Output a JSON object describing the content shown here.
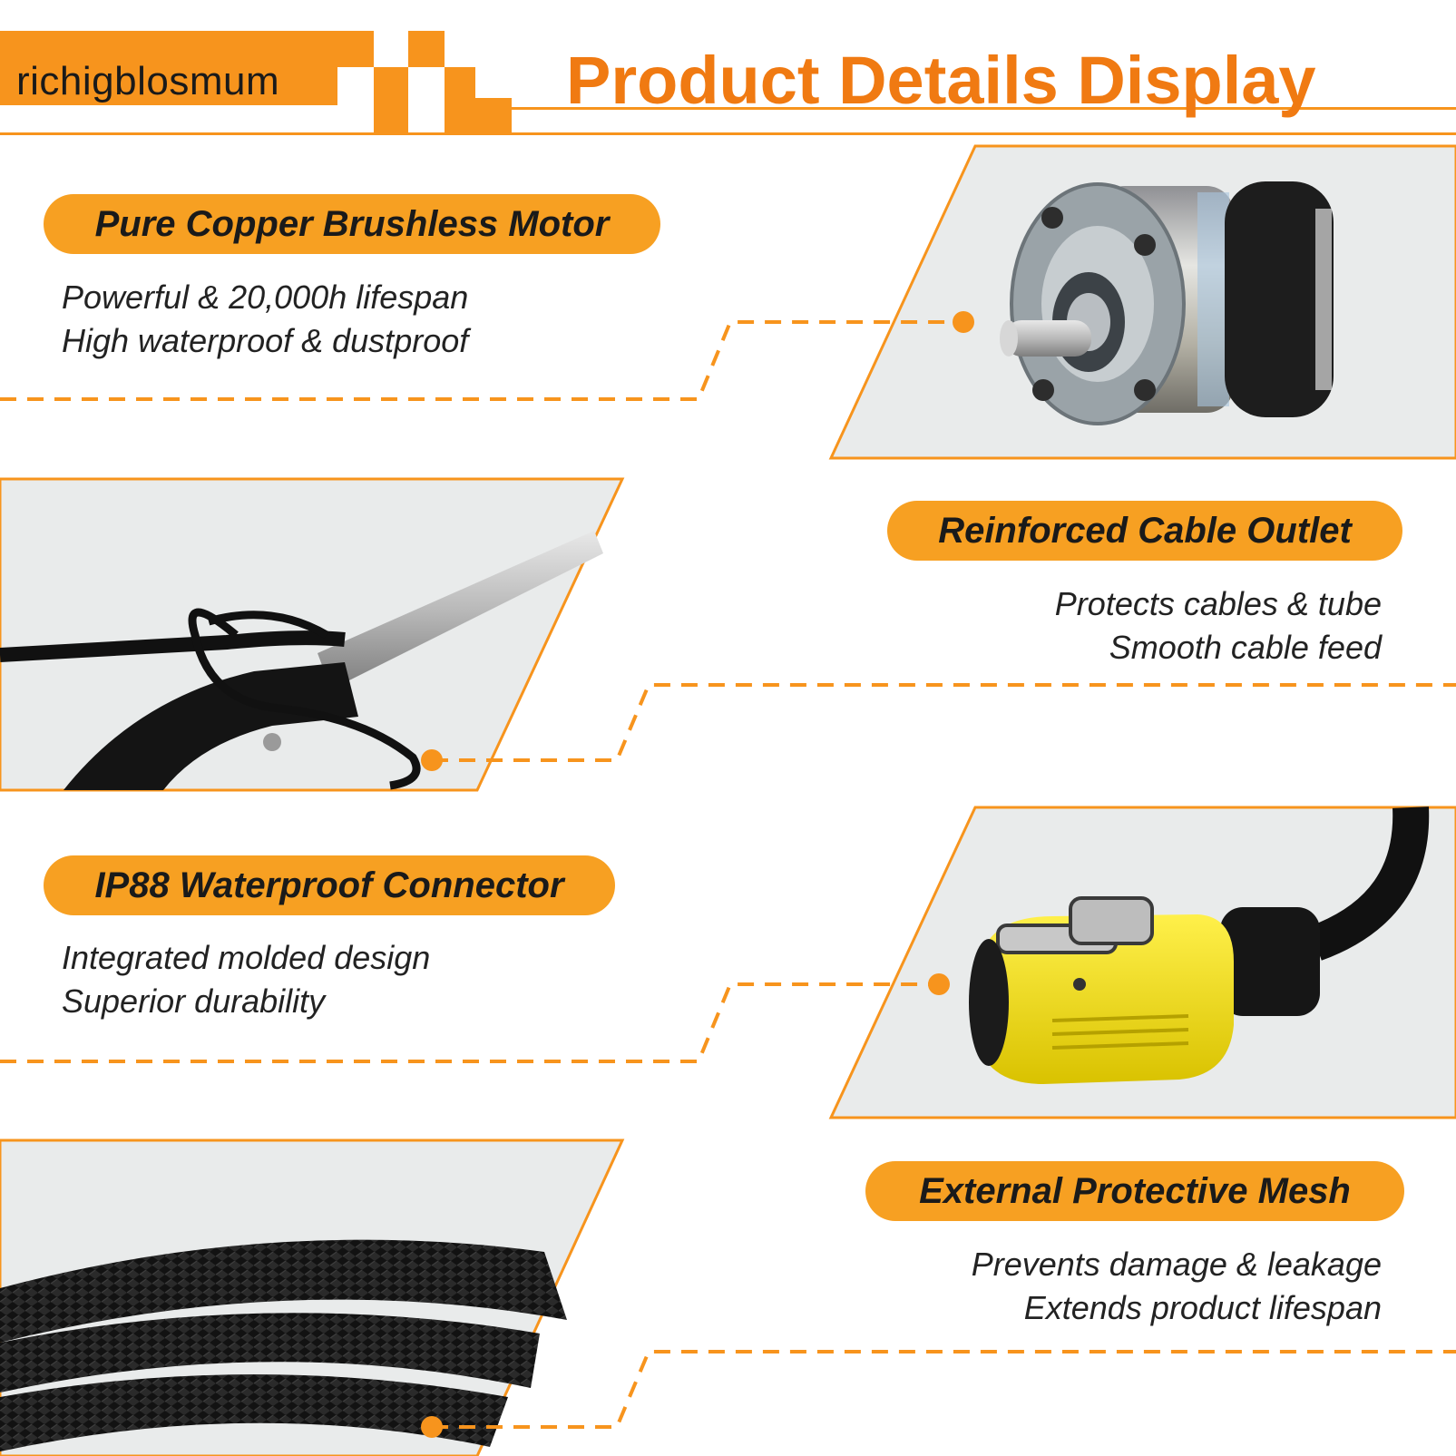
{
  "header": {
    "brand": "richigblosmum",
    "title": "Product Details Display"
  },
  "colors": {
    "accent": "#f7941d",
    "title": "#f07a12",
    "panel": "#e9ebeb"
  },
  "features": [
    {
      "title": "Pure Copper Brushless Motor",
      "lines": [
        "Powerful & 20,000h lifespan",
        "High waterproof & dustproof"
      ],
      "image": "brushless-motor-icon"
    },
    {
      "title": "Reinforced Cable Outlet",
      "lines": [
        "Protects cables & tube",
        "Smooth cable feed"
      ],
      "image": "cable-outlet-icon"
    },
    {
      "title": "IP88 Waterproof Connector",
      "lines": [
        "Integrated molded design",
        "Superior durability"
      ],
      "image": "waterproof-connector-icon"
    },
    {
      "title": "External Protective Mesh",
      "lines": [
        "Prevents damage & leakage",
        "Extends product lifespan"
      ],
      "image": "braided-mesh-icon"
    }
  ]
}
